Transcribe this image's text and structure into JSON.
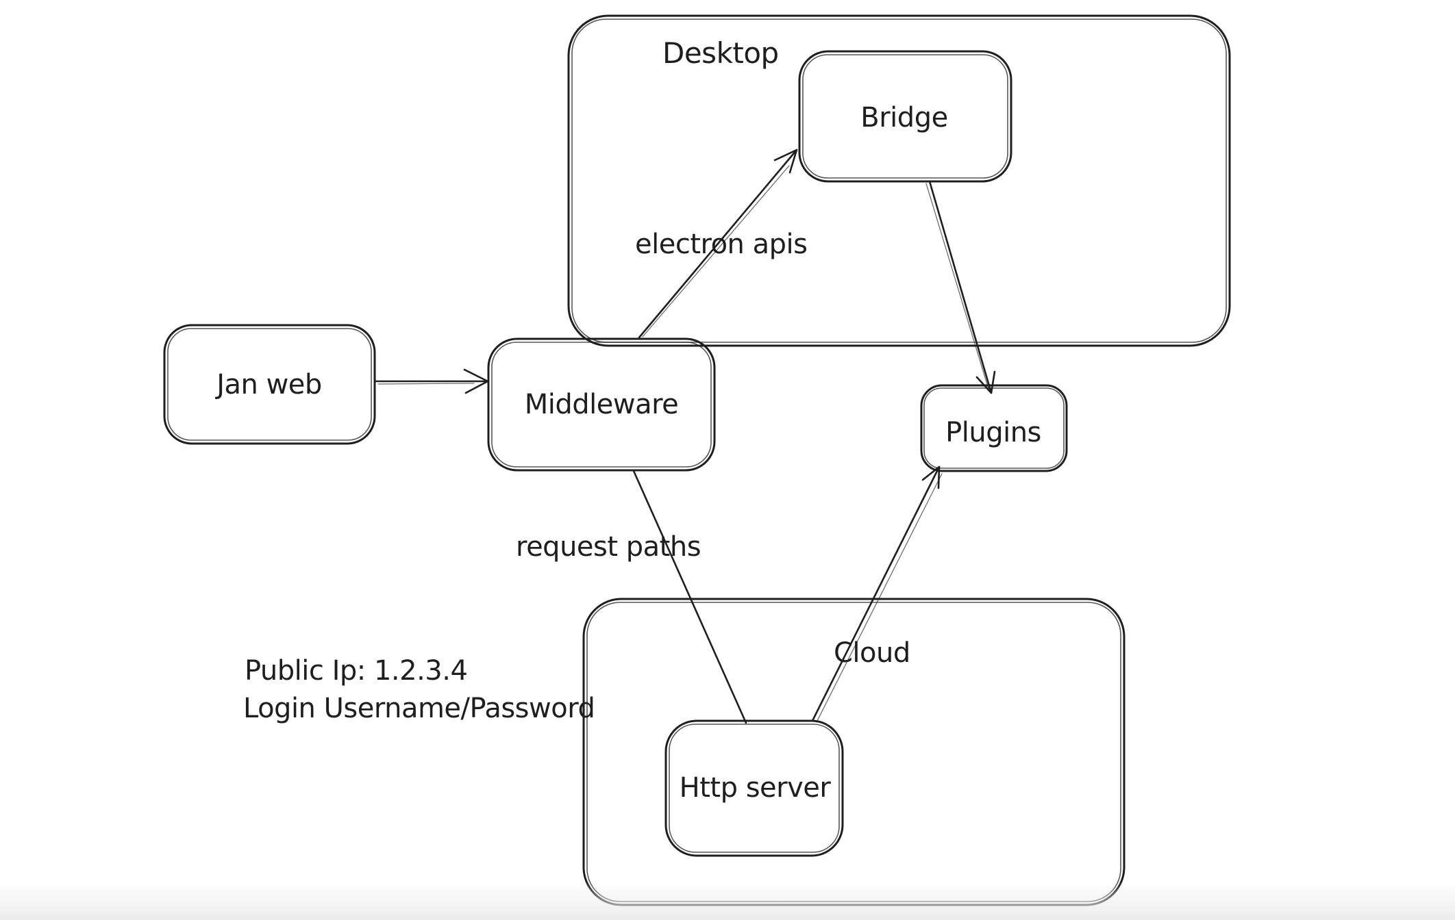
{
  "canvas": {
    "background_color": "#ffffff",
    "stroke_color": "#1e1e1e",
    "bottom_fade_color": "#ececec"
  },
  "diagram": {
    "containers": [
      {
        "id": "desktop",
        "label": "Desktop"
      },
      {
        "id": "cloud",
        "label": "Cloud"
      }
    ],
    "nodes": [
      {
        "id": "jan-web",
        "label": "Jan web"
      },
      {
        "id": "middleware",
        "label": "Middleware"
      },
      {
        "id": "bridge",
        "label": "Bridge"
      },
      {
        "id": "plugins",
        "label": "Plugins"
      },
      {
        "id": "http-server",
        "label": "Http server"
      }
    ],
    "edges": [
      {
        "id": "jan-web-to-middleware",
        "from": "Jan web",
        "to": "Middleware",
        "arrowhead": "end"
      },
      {
        "id": "middleware-to-bridge",
        "from": "Middleware",
        "to": "Bridge",
        "label": "electron apis",
        "arrowhead": "end"
      },
      {
        "id": "bridge-to-plugins",
        "from": "Bridge",
        "to": "Plugins",
        "arrowhead": "end"
      },
      {
        "id": "middleware-to-http-server",
        "from": "Middleware",
        "to": "Http server",
        "label": "request paths",
        "arrowhead": "none"
      },
      {
        "id": "http-server-to-plugins",
        "from": "Http server",
        "to": "Plugins",
        "arrowhead": "end"
      }
    ],
    "annotations": [
      {
        "id": "public-ip",
        "text": "Public Ip: 1.2.3.4"
      },
      {
        "id": "login",
        "text": "Login Username/Password"
      }
    ]
  }
}
